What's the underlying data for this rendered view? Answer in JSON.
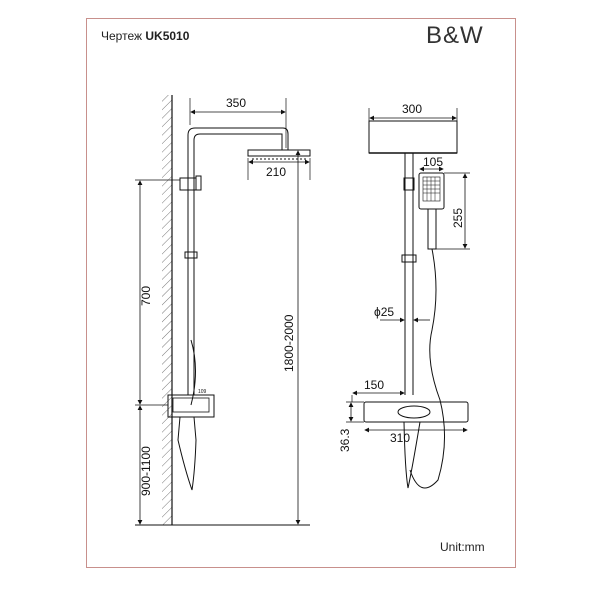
{
  "header": {
    "title_prefix": "Чертеж",
    "title_model": "UK5010",
    "brand": "B&W"
  },
  "footer": {
    "unit_label": "Unit:mm"
  },
  "side_view": {
    "arm_length": "350",
    "head_width": "210",
    "bar_length": "700",
    "total_height": "1800-2000",
    "mixer_height": "900-1100",
    "spout_label": "109"
  },
  "front_view": {
    "head_width": "300",
    "hand_shower_width": "105",
    "hand_shower_length": "255",
    "pipe_diameter": "ϕ25",
    "mixer_center": "150",
    "mixer_width": "310",
    "mixer_depth": "36.3"
  }
}
